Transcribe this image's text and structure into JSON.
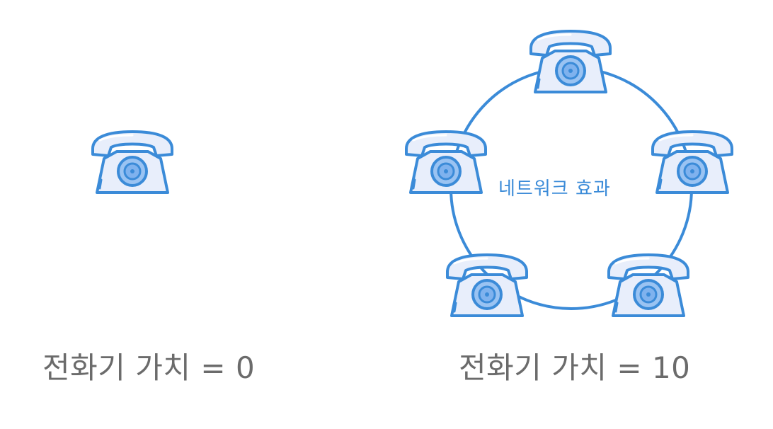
{
  "colors": {
    "stroke": "#3b8bd8",
    "fill": "#e8eefb",
    "dial": "#9ac3f2",
    "text_gray": "#6b6b6b",
    "text_blue": "#3b8bd8"
  },
  "left": {
    "caption": "전화기 가치 = 0",
    "icon": "telephone-icon"
  },
  "right": {
    "caption": "전화기 가치 = 10",
    "label": "네트워크 효과",
    "icon": "telephone-icon",
    "phone_count": 5
  }
}
